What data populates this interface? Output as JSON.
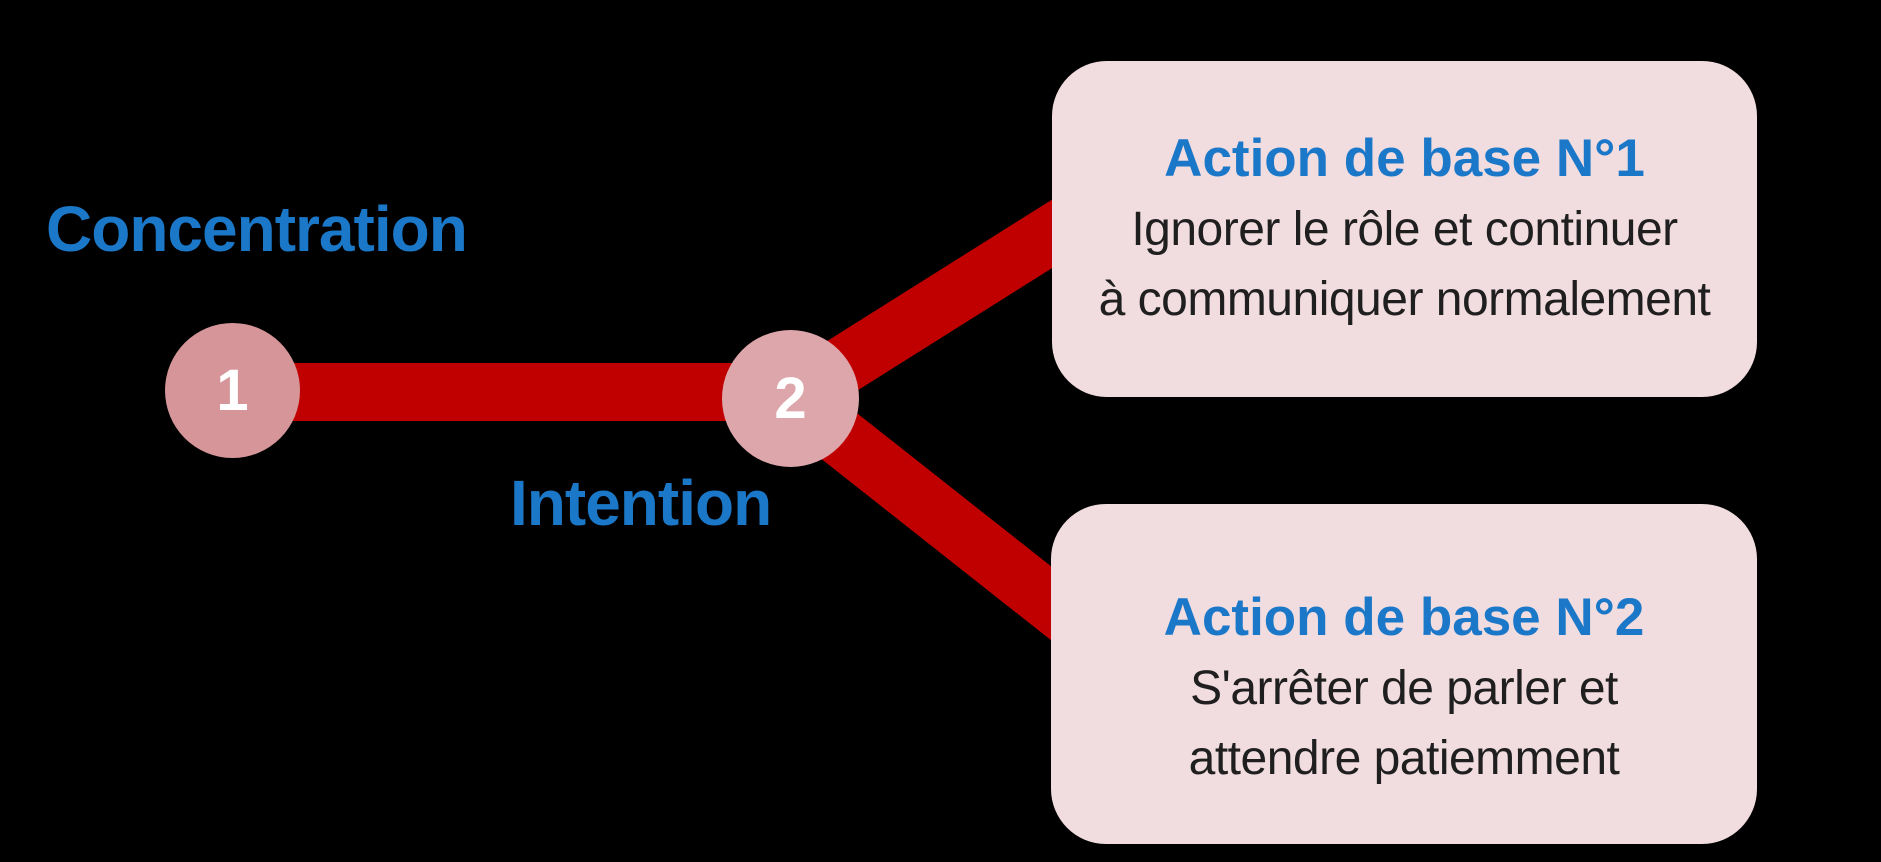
{
  "colors": {
    "background": "#000000",
    "blue": "#1b78c8",
    "red": "#c00000",
    "node1_fill": "#d59599",
    "node2_fill": "#dda6ab",
    "box_fill": "#f1dcdf",
    "body_text": "#1f1f1f",
    "number_text": "#ffffff"
  },
  "labels": {
    "step1": "Concentration",
    "step2": "Intention"
  },
  "nodes": [
    {
      "number": "1"
    },
    {
      "number": "2"
    }
  ],
  "boxes": [
    {
      "title": "Action de base N°1",
      "lines": [
        "Ignorer le rôle et continuer",
        "à communiquer normalement"
      ]
    },
    {
      "title": "Action de base N°2",
      "lines": [
        "S'arrêter de parler et",
        "attendre patiemment"
      ]
    }
  ]
}
